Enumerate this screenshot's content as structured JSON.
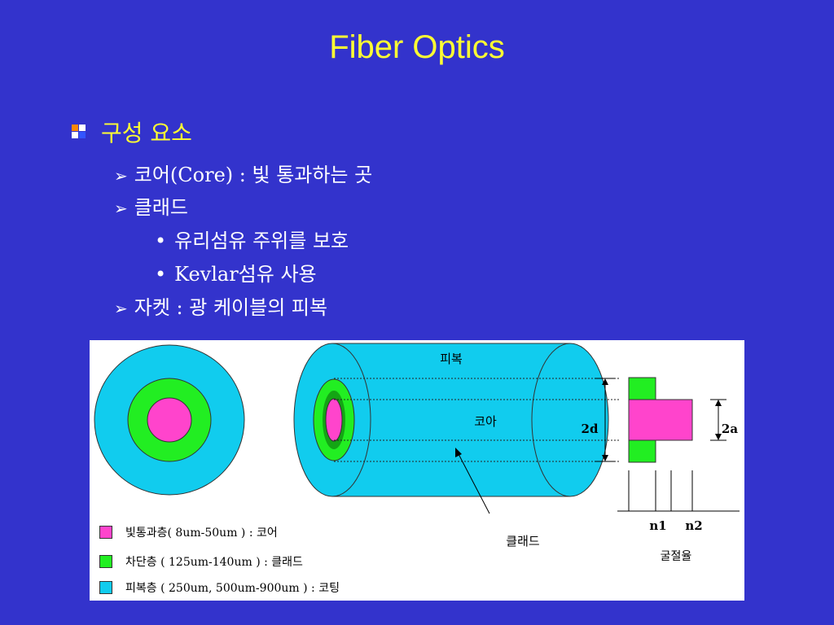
{
  "title": "Fiber Optics",
  "main_bullet": "구성 요소",
  "items": [
    {
      "type": "arrow",
      "text": "코어(Core) : 빛 통과하는 곳"
    },
    {
      "type": "arrow",
      "text": "클래드"
    },
    {
      "type": "dot",
      "text": "유리섬유 주위를 보호"
    },
    {
      "type": "dot",
      "text": "Kevlar섬유 사용"
    },
    {
      "type": "arrow",
      "text": "자켓 : 광 케이블의 피복"
    }
  ],
  "diagram": {
    "label_jacket": "피복",
    "label_core": "코아",
    "label_clad": "클래드",
    "label_2d": "2d",
    "label_2a": "2a",
    "label_n1": "n1",
    "label_n2": "n2",
    "label_index": "굴절율"
  },
  "legend": [
    {
      "color": "#ff44cc",
      "text": "빛통과층( 8um-50um ) : 코어"
    },
    {
      "color": "#22ee22",
      "text": "차단층 ( 125um-140um ) : 클래드"
    },
    {
      "color": "#11ccee",
      "text": "피복층 ( 250um, 500um-900um ) : 코팅"
    }
  ],
  "colors": {
    "background": "#3333cc",
    "title": "#ffff33",
    "core": "#ff44cc",
    "cladding": "#22ee22",
    "jacket": "#11ccee"
  }
}
